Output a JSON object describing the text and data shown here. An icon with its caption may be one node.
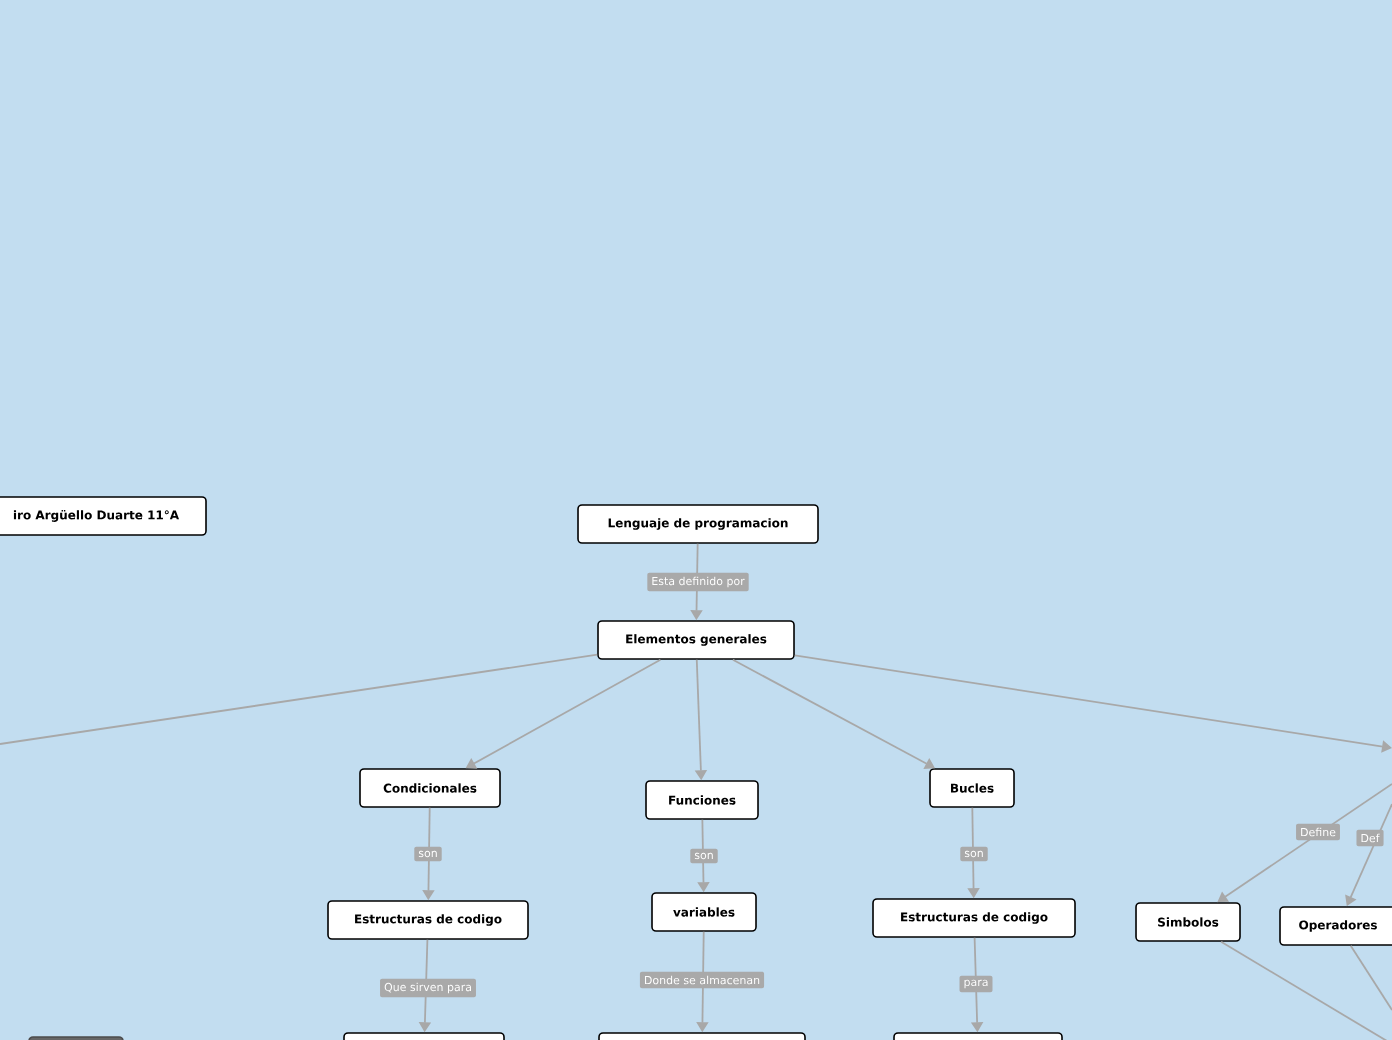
{
  "diagram": {
    "nodes": [
      {
        "text": [
          "Lenguaje de programacion"
        ]
      },
      {
        "text": [
          "Elementos generales"
        ]
      },
      {
        "text": [
          "Condicionales"
        ]
      },
      {
        "text": [
          "Funciones"
        ]
      },
      {
        "text": [
          "Bucles"
        ]
      },
      {
        "text": [
          "Estructuras de codigo"
        ]
      },
      {
        "text": [
          "variables"
        ]
      },
      {
        "text": [
          "Estructuras de codigo"
        ]
      },
      {
        "text": [
          "Simbolos"
        ]
      },
      {
        "text": [
          "Operadores"
        ]
      },
      {
        "text": [
          "iro Argüello Duarte 11°A"
        ]
      },
      {
        "text": [],
        "shape": "box"
      },
      {
        "text": [],
        "shape": "box"
      },
      {
        "text": [],
        "shape": "box"
      },
      {
        "text": [],
        "shape": "box"
      }
    ],
    "edges": [
      {
        "from": 0,
        "to": 1,
        "arrow": "to",
        "label": "Esta definido por"
      },
      {
        "from": 1,
        "to": null,
        "arrow": "none"
      },
      {
        "from": 1,
        "to": 2,
        "arrow": "to"
      },
      {
        "from": 1,
        "to": 3,
        "arrow": "to"
      },
      {
        "from": 1,
        "to": 4,
        "arrow": "to"
      },
      {
        "from": 1,
        "to": null,
        "arrow": "to"
      },
      {
        "from": 2,
        "to": 5,
        "arrow": "to",
        "label": "son"
      },
      {
        "from": 5,
        "to": 12,
        "arrow": "to",
        "label": "Que sirven para"
      },
      {
        "from": 3,
        "to": 6,
        "arrow": "to",
        "label": "son"
      },
      {
        "from": 6,
        "to": 13,
        "arrow": "to",
        "label": "Donde se almacenan"
      },
      {
        "from": 4,
        "to": 7,
        "arrow": "to",
        "label": "son"
      },
      {
        "from": 7,
        "to": 14,
        "arrow": "to",
        "label": "para"
      },
      {
        "from": null,
        "to": 8,
        "arrow": "to",
        "label": "Define"
      },
      {
        "from": null,
        "to": 9,
        "arrow": "to",
        "label": "Def"
      },
      {
        "from": 8,
        "to": null,
        "arrow": "none"
      },
      {
        "from": 9,
        "to": null,
        "arrow": "none"
      }
    ]
  }
}
